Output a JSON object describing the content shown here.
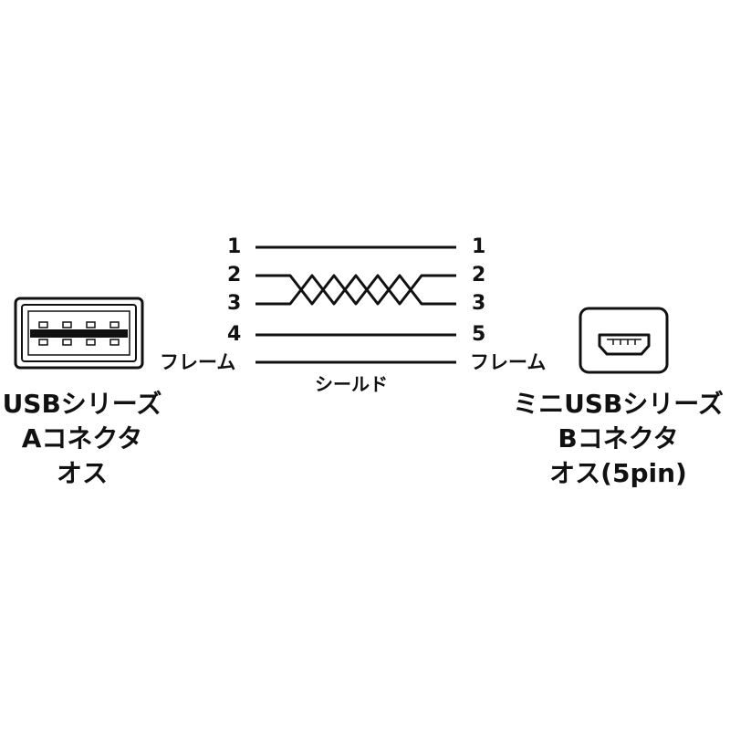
{
  "left_connector": {
    "pins": [
      "1",
      "2",
      "3",
      "4"
    ],
    "frame": "フレーム",
    "caption": [
      "USBシリーズ",
      "Aコネクタ",
      "オス"
    ]
  },
  "right_connector": {
    "pins": [
      "1",
      "2",
      "3",
      "5"
    ],
    "frame": "フレーム",
    "caption": [
      "ミニUSBシリーズ",
      "Bコネクタ",
      "オス(5pin)"
    ]
  },
  "shield_label": "シールド"
}
